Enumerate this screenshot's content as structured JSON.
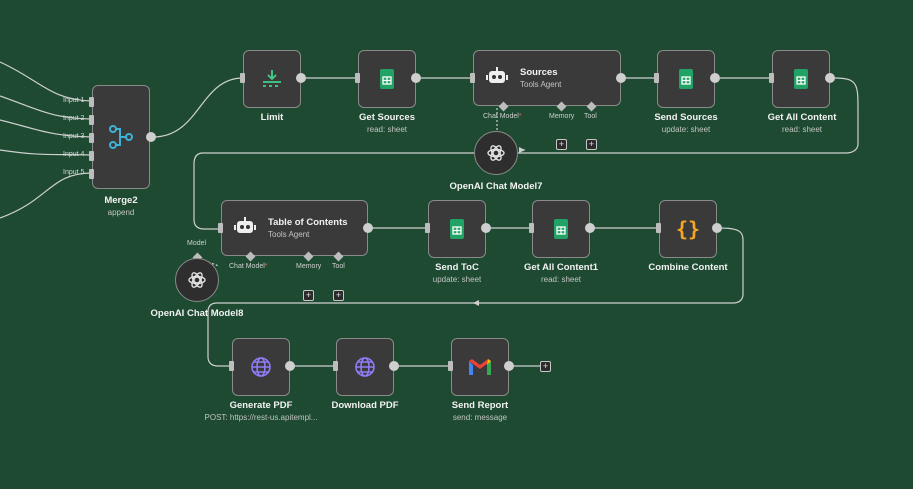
{
  "nodes": {
    "merge": {
      "label": "Merge2",
      "sub": "append",
      "inputs": [
        "Input 1",
        "Input 2",
        "Input 3",
        "Input 4",
        "Input 5"
      ]
    },
    "limit": {
      "label": "Limit"
    },
    "get_sources": {
      "label": "Get Sources",
      "sub": "read: sheet"
    },
    "sources": {
      "label": "Sources",
      "sub": "Tools Agent",
      "ports": {
        "model": "Chat Model",
        "memory": "Memory",
        "tool": "Tool"
      }
    },
    "send_sources": {
      "label": "Send Sources",
      "sub": "update: sheet"
    },
    "get_all_content": {
      "label": "Get All Content",
      "sub": "read: sheet"
    },
    "openai7": {
      "label": "OpenAI Chat Model7"
    },
    "toc": {
      "label": "Table of Contents",
      "sub": "Tools Agent",
      "ports": {
        "model": "Chat Model",
        "memory": "Memory",
        "tool": "Tool"
      }
    },
    "send_toc": {
      "label": "Send ToC",
      "sub": "update: sheet"
    },
    "get_all_content1": {
      "label": "Get All Content1",
      "sub": "read: sheet"
    },
    "combine": {
      "label": "Combine Content"
    },
    "openai8": {
      "label": "OpenAI Chat Model8",
      "port_label": "Model"
    },
    "generate_pdf": {
      "label": "Generate PDF",
      "sub": "POST: https://rest-us.apitempl..."
    },
    "download_pdf": {
      "label": "Download PDF"
    },
    "send_report": {
      "label": "Send Report",
      "sub": "send: message"
    }
  },
  "colors": {
    "canvas": "#1d4a30",
    "node": "#3a3a3a",
    "sheets_green": "#21a366",
    "globe_purple": "#8f7cf6",
    "code_orange": "#f5a623",
    "required": "#ff5a6a"
  }
}
